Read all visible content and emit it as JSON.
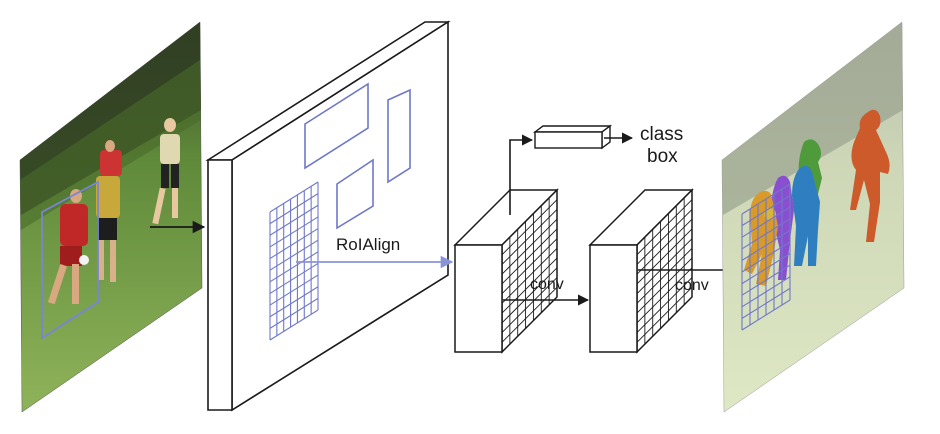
{
  "labels": {
    "roi_align": "RoIAlign",
    "class": "class",
    "box": "box",
    "conv_1": "conv",
    "conv_2": "conv"
  },
  "colors": {
    "stroke": "#1a1a1a",
    "roi_grid": "#6f78c8",
    "roi_arrow": "#8a93d8",
    "person_red": "#cc5a2a",
    "person_blue": "#2f7fc0",
    "person_purple": "#8a4fd0",
    "person_gold": "#d89a2a",
    "person_green": "#4f9a3a",
    "field_green": "#7da84a",
    "tree_dark": "#2f3d22"
  }
}
